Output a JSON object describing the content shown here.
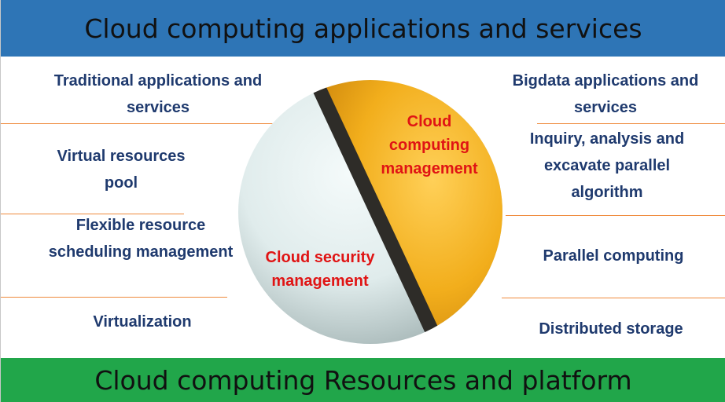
{
  "title": "Cloud computing applications and services",
  "footer": "Cloud computing Resources and platform",
  "left": {
    "item1": "Traditional applications and services",
    "item2": "Virtual resources pool",
    "item3": "Flexible resource scheduling management",
    "item4": "Virtualization"
  },
  "right": {
    "item1": "Bigdata applications and services",
    "item2": "Inquiry, analysis and excavate parallel algorithm",
    "item3": "Parallel computing",
    "item4": "Distributed storage"
  },
  "sphere": {
    "management": "Cloud computing management",
    "security": "Cloud security management"
  },
  "colors": {
    "top_banner": "#2e75b6",
    "bottom_banner": "#21a64a",
    "label_text": "#1f3a6e",
    "sphere_text": "#e01414",
    "divider": "#ef8a3c",
    "sphere_orange": "#f2ae1c",
    "sphere_white": "#e3eeee"
  }
}
